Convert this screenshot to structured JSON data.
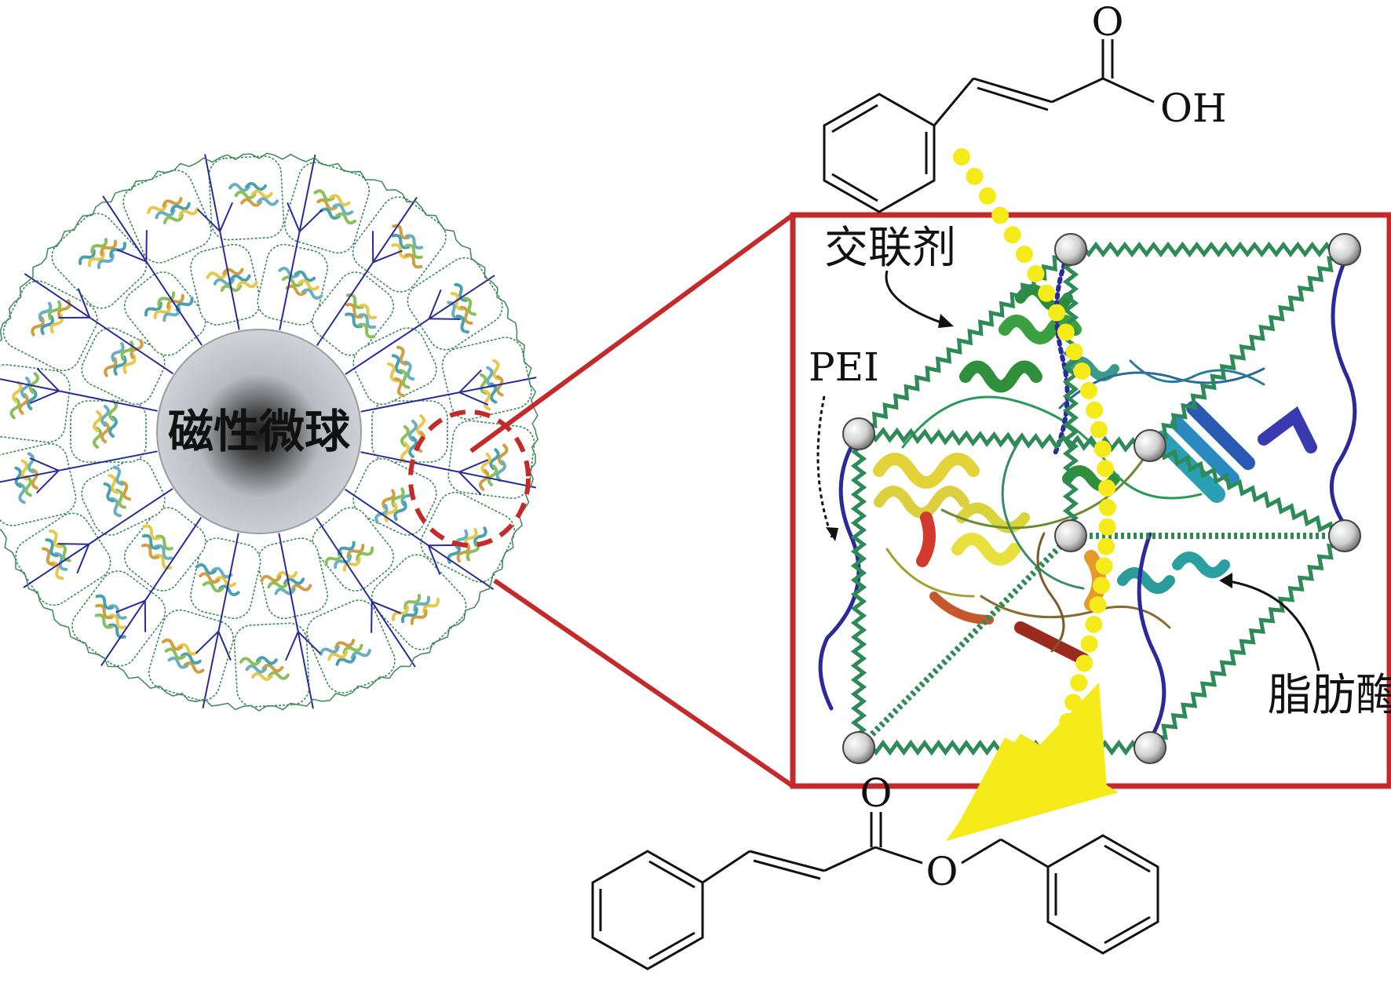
{
  "labels": {
    "magnetic_microsphere": "磁性微球",
    "crosslinker": "交联剂",
    "pei": "PEI",
    "lipase": "脂肪酶"
  },
  "reactant": {
    "oxygen_label": "O",
    "hydroxyl_label": "OH"
  },
  "product": {
    "carbonyl_oxygen_label": "O",
    "ester_oxygen_label": "O"
  },
  "colors": {
    "frame_red": "#c42a2a",
    "crosslinker_green": "#2e8b57",
    "pei_blue": "#2a2a9a",
    "highlight_yellow": "#f5ea1a",
    "core_gray": "#c9cbd0"
  },
  "icons": [
    "magnetic-core-sphere",
    "enzyme-ribbon-structure",
    "node-sphere",
    "arrow-pointer"
  ]
}
